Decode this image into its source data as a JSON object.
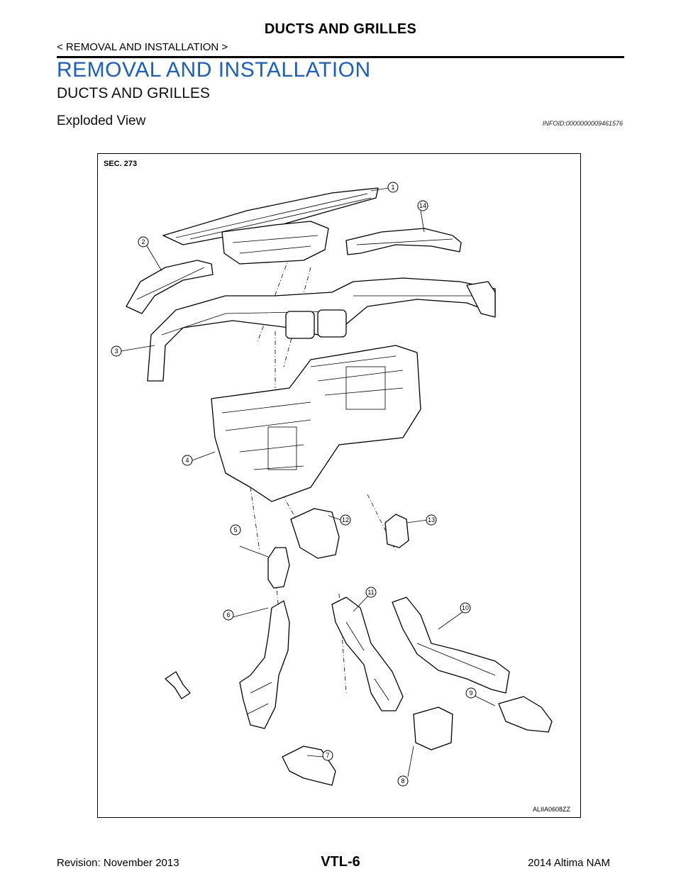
{
  "header": {
    "title": "DUCTS AND GRILLES",
    "breadcrumb": "< REMOVAL AND INSTALLATION >"
  },
  "section": {
    "title": "REMOVAL AND INSTALLATION",
    "subtitle": "DUCTS AND GRILLES",
    "heading": "Exploded View",
    "info_id": "INFOID:0000000009461576"
  },
  "figure": {
    "sec_label": "SEC. 273",
    "code": "ALIIA0608ZZ",
    "callouts": [
      "1",
      "2",
      "3",
      "4",
      "5",
      "6",
      "7",
      "8",
      "9",
      "10",
      "11",
      "12",
      "13",
      "14"
    ]
  },
  "footer": {
    "revision": "Revision: November 2013",
    "page": "VTL-6",
    "model": "2014 Altima NAM"
  }
}
